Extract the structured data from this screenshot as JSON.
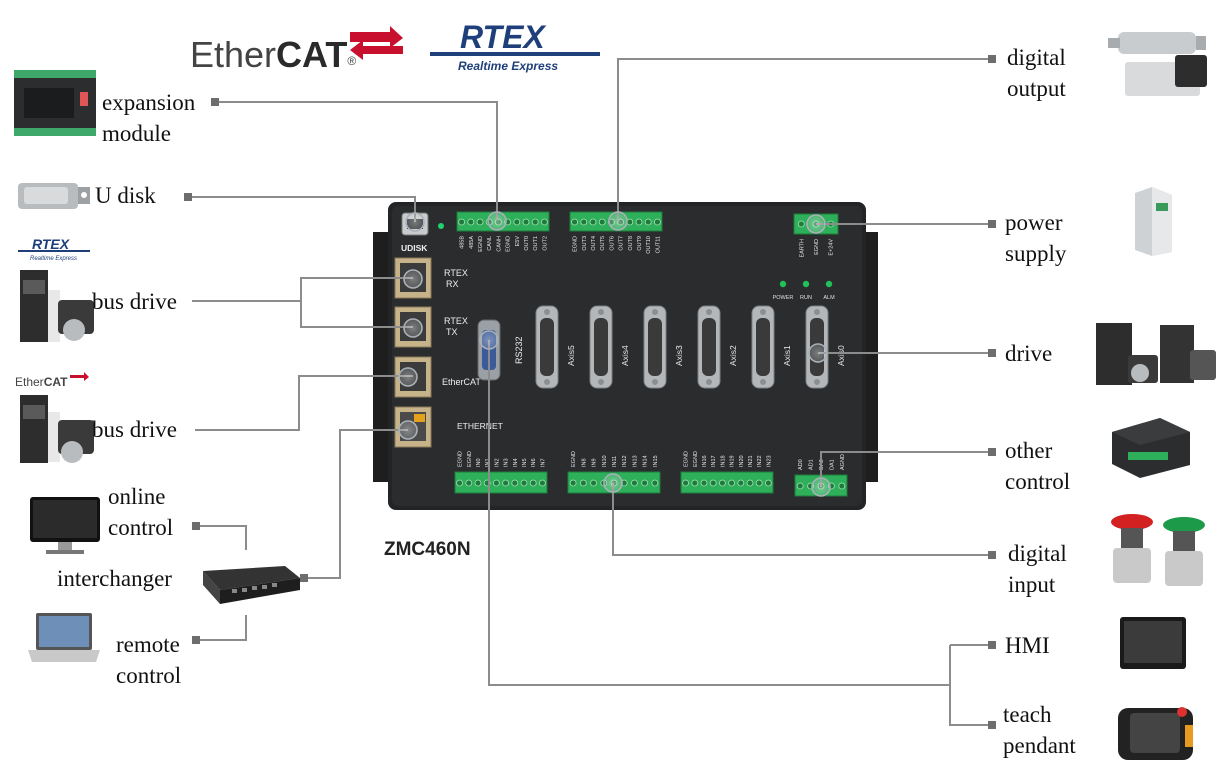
{
  "brands": {
    "ethercat": {
      "prefix": "Ether",
      "main": "CAT",
      "reg": "®",
      "color": "#c8102e"
    },
    "rtex": {
      "main": "RTEX",
      "sub": "Realtime Express",
      "color": "#1f3f7a"
    },
    "rtex_small": {
      "main": "RTEX",
      "sub": "Realtime Express"
    },
    "ethercat_small": {
      "prefix": "Ether",
      "main": "CAT"
    }
  },
  "controller": {
    "model": "ZMC460N",
    "port_labels": {
      "udisk": "UDISK",
      "rtex_rx": "RTEX\nRX",
      "rtex_tx": "RTEX\nTX",
      "ethercat": "EtherCAT",
      "ethernet": "ETHERNET",
      "rs232": "RS232"
    },
    "axes": [
      "Axis5",
      "Axis4",
      "Axis3",
      "Axis2",
      "Axis1",
      "Axis0"
    ],
    "leds": [
      "POWER",
      "RUN",
      "ALM"
    ],
    "terminals": {
      "comm": [
        "485B",
        "485A",
        "EGND",
        "CANL",
        "CANH",
        "EGND",
        "E5V",
        "OUT0",
        "OUT1",
        "OUT2"
      ],
      "outputs": [
        "EGND",
        "OUT3",
        "OUT4",
        "OUT5",
        "OUT6",
        "OUT7",
        "OUT8",
        "OUT9",
        "OUT10",
        "OUT11"
      ],
      "power": [
        "EARTH",
        "EGND",
        "E+24V"
      ],
      "inputs_a": [
        "EGND",
        "EGND",
        "IN0",
        "IN1",
        "IN2",
        "IN3",
        "IN4",
        "IN5",
        "IN6",
        "IN7"
      ],
      "inputs_b": [
        "EGND",
        "IN8",
        "IN9",
        "IN10",
        "IN11",
        "IN12",
        "IN13",
        "IN14",
        "IN15"
      ],
      "inputs_c": [
        "EGND",
        "EGND",
        "IN16",
        "IN17",
        "IN18",
        "IN19",
        "IN20",
        "IN21",
        "IN22",
        "IN23"
      ],
      "analog": [
        "AD0",
        "AD1",
        "DA0",
        "DA1",
        "AGND"
      ]
    }
  },
  "labels": {
    "expansion_module": "expansion\nmodule",
    "u_disk": "U disk",
    "bus_drive_rtex": "bus drive",
    "bus_drive_ethercat": "bus drive",
    "online_control": "online\ncontrol",
    "interchanger": "interchanger",
    "remote_control": "remote\ncontrol",
    "digital_output": "digital\noutput",
    "power_supply": "power\nsupply",
    "drive": "drive",
    "other_control": "other\ncontrol",
    "digital_input": "digital\ninput",
    "hmi": "HMI",
    "teach_pendant": "teach\npendant"
  }
}
